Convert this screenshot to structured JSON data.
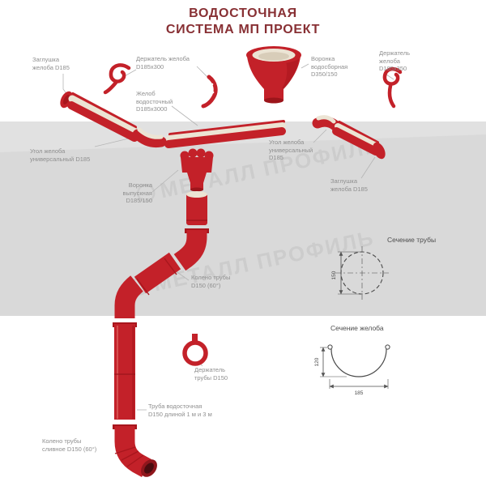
{
  "title": "ВОДОСТОЧНАЯ\nСИСТЕМА МП ПРОЕКТ",
  "watermark": "МЕТАЛЛ ПРОФИЛЬ",
  "callouts": {
    "end_cap_left": "Заглушка\nжелоба D185",
    "gutter_holder_300": "Держатель желоба\nD185х300",
    "collector_funnel": "Воронка\nводосборная\nD350/150",
    "gutter_holder_350": "Держатель\nжелоба\nD185х350",
    "gutter": "Желоб\nводосточный\nD185х3000",
    "gutter_corner_left": "Угол желоба\nуниверсальный D185",
    "outlet_funnel": "Воронка\nвыпускная\nD185/150",
    "gutter_corner_right": "Угол желоба\nуниверсальный\nD185",
    "end_cap_right": "Заглушка\nжелоба D185",
    "pipe_elbow": "Колено трубы\nD150 (60°)",
    "pipe_holder": "Держатель\nтрубы D150",
    "downpipe": "Труба водосточная\nD150 длиной 1 м и 3 м",
    "drain_elbow": "Колено трубы\nсливное D150 (60°)"
  },
  "sections": {
    "pipe": {
      "title": "Сечение трубы",
      "diameter": "150"
    },
    "gutter": {
      "title": "Сечение желоба",
      "width": "185",
      "height": "120"
    }
  },
  "colors": {
    "part_red": "#c32129",
    "part_red_dark": "#9c151b",
    "gutter_inner": "#ece4d4",
    "title_text": "#883034",
    "label_text": "#8f8f8f",
    "wall_band": "#d9d9d9",
    "watermark": "#c3c3c3"
  }
}
